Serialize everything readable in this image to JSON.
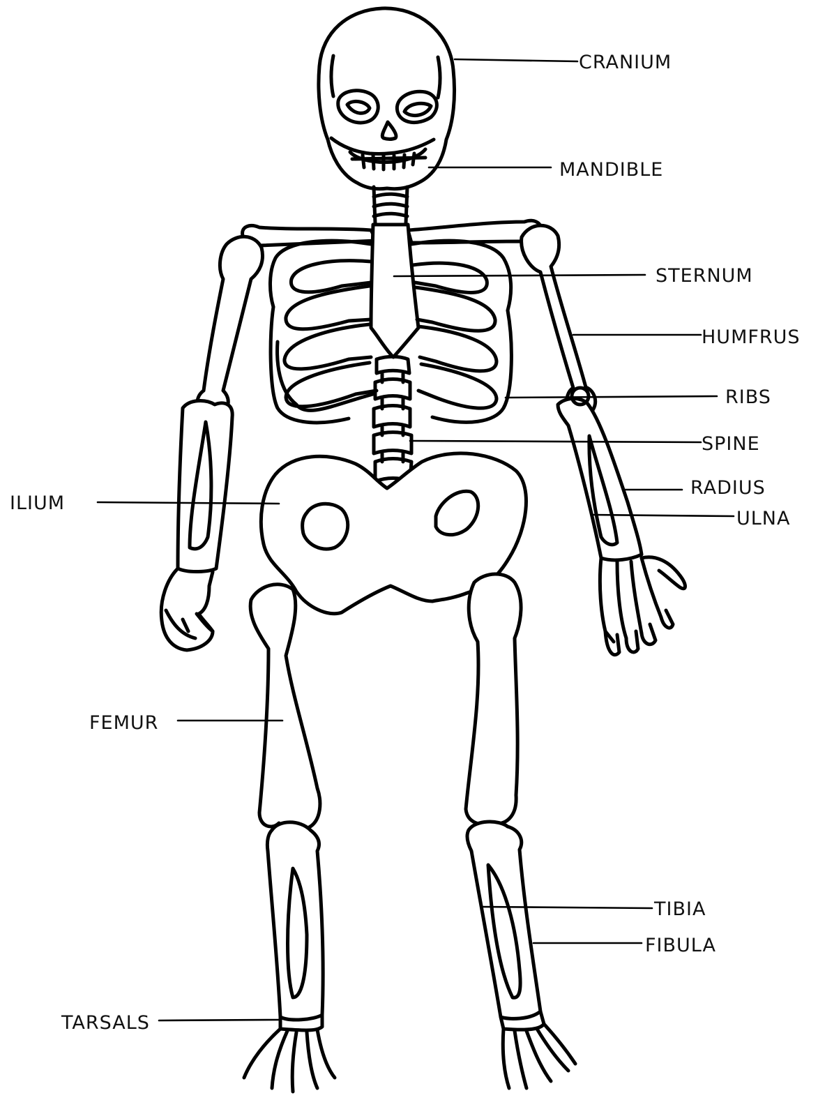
{
  "diagram": {
    "labels": {
      "cranium": "CRANIUM",
      "mandible": "MANDIBLE",
      "sternum": "STERNUM",
      "humerus": "HUMFRUS",
      "ribs": "RIBS",
      "spine": "SPINE",
      "radius": "RADIUS",
      "ulna": "ULNA",
      "ilium": "ILIUM",
      "femur": "FEMUR",
      "tibia": "TIBIA",
      "fibula": "FIBULA",
      "tarsals": "TARSALS"
    },
    "colors": {
      "ink": "#000000",
      "paper": "#ffffff"
    }
  }
}
